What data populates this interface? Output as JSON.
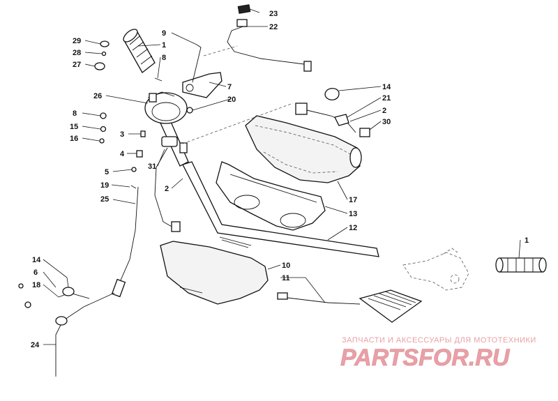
{
  "callouts": {
    "n1a": "1",
    "n1b": "1",
    "n2a": "2",
    "n2b": "2",
    "n3": "3",
    "n4": "4",
    "n5": "5",
    "n6": "6",
    "n7": "7",
    "n8a": "8",
    "n8b": "8",
    "n9": "9",
    "n10": "10",
    "n11": "11",
    "n12": "12",
    "n13": "13",
    "n14a": "14",
    "n14b": "14",
    "n15": "15",
    "n16": "16",
    "n17": "17",
    "n18": "18",
    "n19": "19",
    "n20": "20",
    "n21": "21",
    "n22": "22",
    "n23": "23",
    "n24": "24",
    "n25": "25",
    "n26": "26",
    "n27": "27",
    "n28": "28",
    "n29": "29",
    "n30": "30",
    "n31": "31"
  },
  "watermark": {
    "subtitle": "ЗАПЧАСТИ И АКСЕССУАРЫ ДЛЯ МОТОТЕХНИКИ",
    "logo_text": "PARTSFOR.RU",
    "color": "#e9a0a6"
  }
}
